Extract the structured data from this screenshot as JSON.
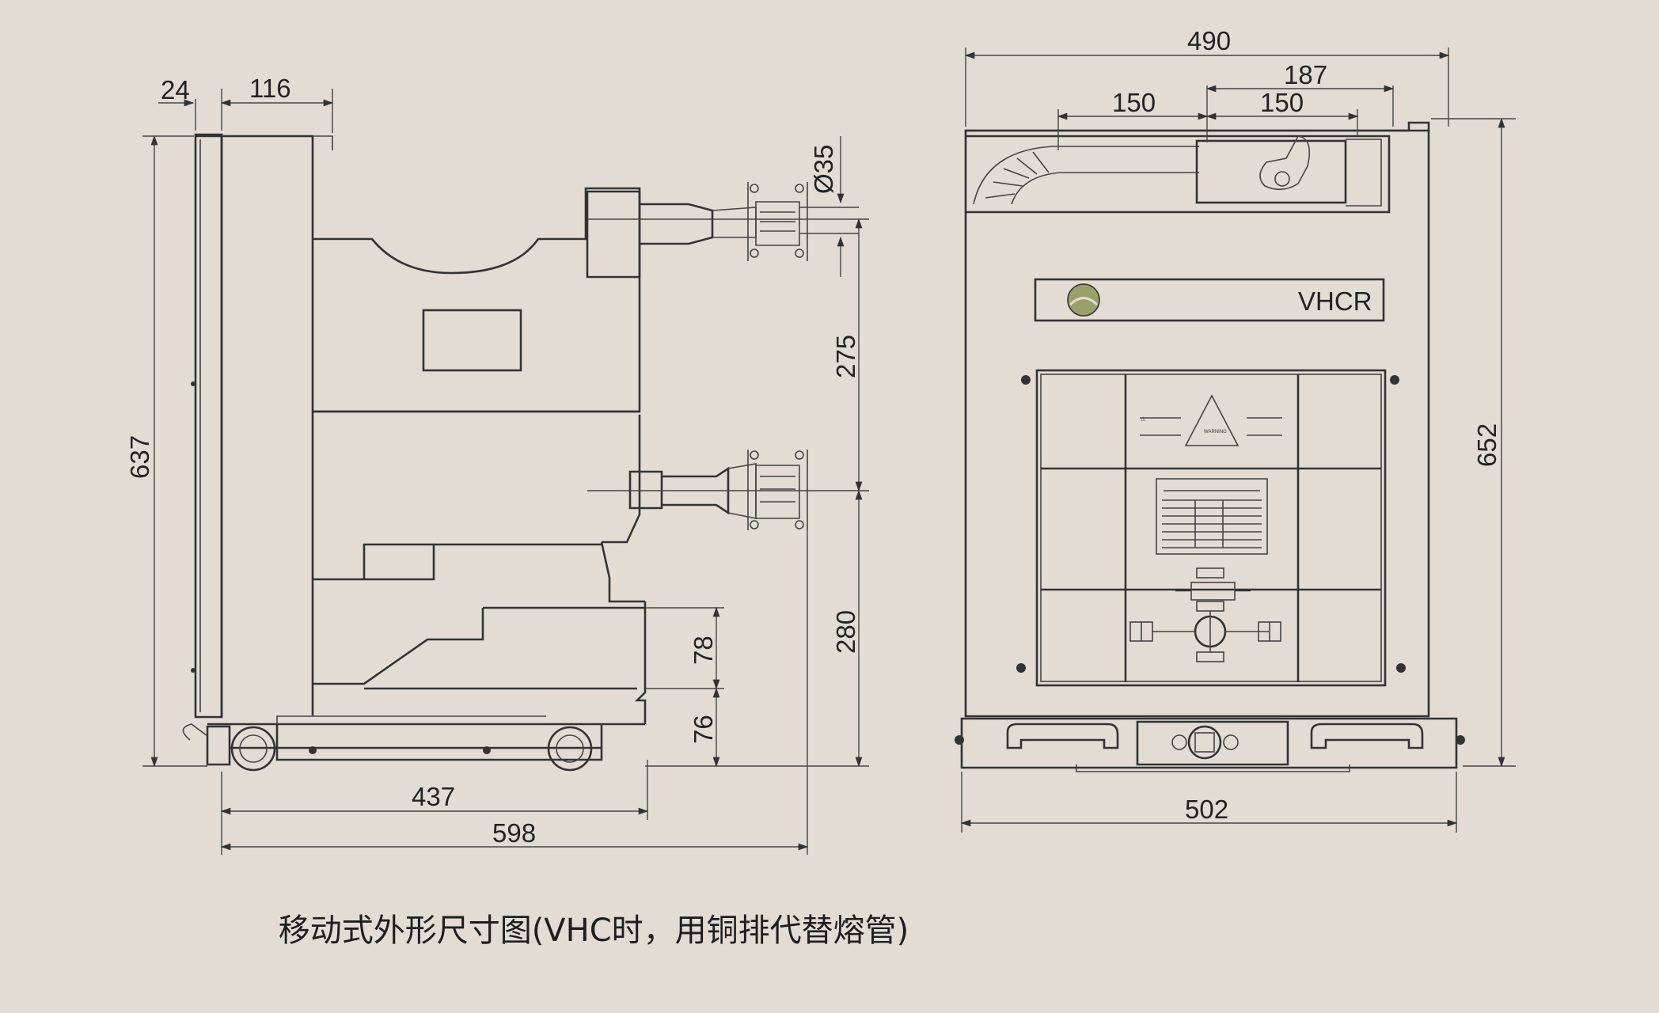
{
  "caption": "移动式外形尺寸图(VHC时，用铜排代替熔管)",
  "model_label": "VHCR",
  "side_view": {
    "dim_24": "24",
    "dim_116": "116",
    "dim_637": "637",
    "dim_275": "275",
    "dim_280": "280",
    "dim_78": "78",
    "dim_76": "76",
    "dim_437": "437",
    "dim_598": "598",
    "dim_phi35": "Ø35"
  },
  "front_view": {
    "dim_490": "490",
    "dim_187": "187",
    "dim_150_left": "150",
    "dim_150_right": "150",
    "dim_652": "652",
    "dim_502": "502",
    "warning_text": "WARNING"
  }
}
